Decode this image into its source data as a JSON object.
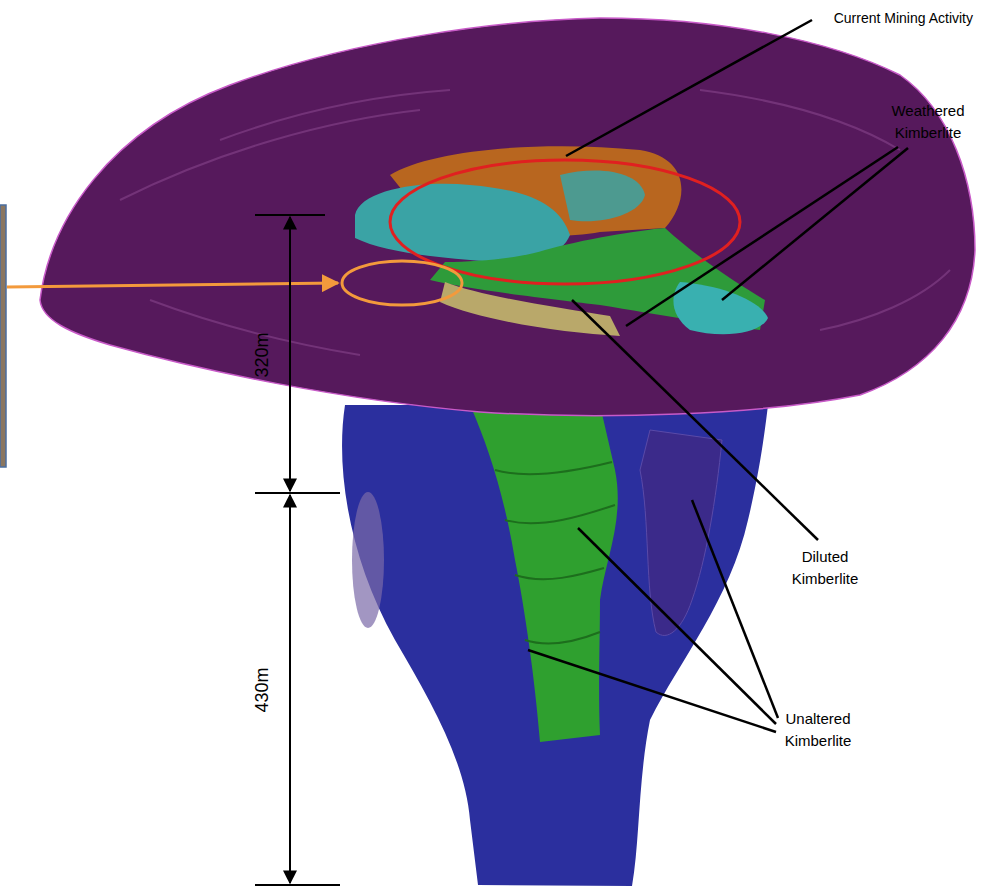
{
  "diagram": {
    "labels": [
      "Current Mining Activity",
      "Weathered Kimberlite",
      "Diluted Kimberlite",
      "Unaltered Kimberlite",
      "320m",
      "430m"
    ]
  }
}
